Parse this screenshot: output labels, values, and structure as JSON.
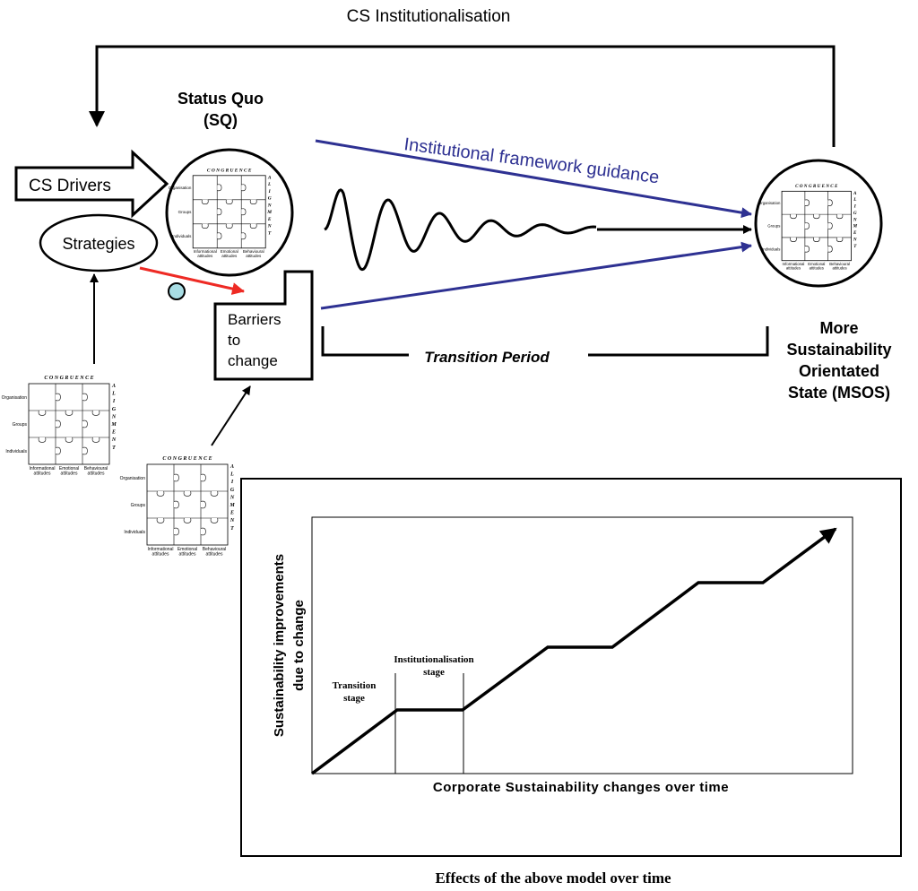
{
  "top_label": "CS Institutionalisation",
  "status_quo": {
    "line1": "Status Quo",
    "line2": "(SQ)"
  },
  "drivers_label": "CS Drivers",
  "strategies_label": "Strategies",
  "barriers": {
    "line1": "Barriers",
    "line2": "to",
    "line3": "change"
  },
  "guidance_label": "Institutional framework guidance",
  "transition_label": "Transition Period",
  "msos": {
    "line1": "More",
    "line2": "Sustainability",
    "line3": "Orientated",
    "line4": "State (MSOS)"
  },
  "matrix": {
    "top": "C O N G R U E N C E",
    "side": [
      "A",
      "L",
      "I",
      "G",
      "N",
      "M",
      "E",
      "N",
      "T"
    ],
    "rows": [
      "Organisation",
      "Groups",
      "Individuals"
    ],
    "cols": [
      [
        "Informational",
        "attitudes"
      ],
      [
        "Emotional",
        "attitudes"
      ],
      [
        "Behavioural",
        "attitudes"
      ]
    ]
  },
  "colors": {
    "blue": "#2e3192",
    "red": "#ee2a24",
    "dot": "#a8dde4"
  },
  "inset_chart": {
    "ylabel_line1": "Sustainability improvements",
    "ylabel_line2": "due to change",
    "xlabel": "Corporate Sustainability changes over time",
    "stage1": {
      "line1": "Transition",
      "line2": "stage"
    },
    "stage2": {
      "line1": "Institutionalisation",
      "line2": "stage"
    }
  },
  "caption": "Effects of the above model over time"
}
